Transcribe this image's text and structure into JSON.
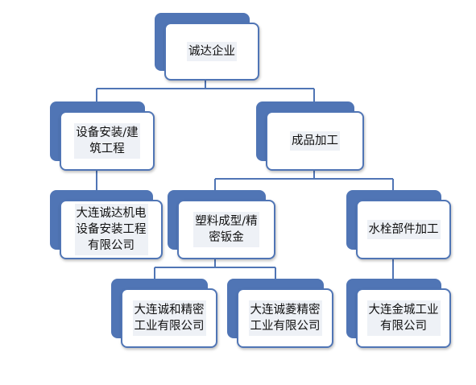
{
  "nodes": {
    "root": "诚达企业",
    "install": "设备安装/建\n筑工程",
    "products": "成品加工",
    "dalian_chengda": "大连诚达机电\n设备安装工程\n有限公司",
    "plastic": "塑料成型/精\n密钣金",
    "valve": "水栓部件加工",
    "chenghe": "大连诚和精密\n工业有限公司",
    "chengling": "大连诚菱精密\n工业有限公司",
    "jincheng": "大连金城工业\n有限公司"
  },
  "colors": {
    "node_shadow": "#5075b5",
    "node_border": "#5075b5",
    "connector": "#5075b5",
    "label_bg": "#eef1f6"
  }
}
